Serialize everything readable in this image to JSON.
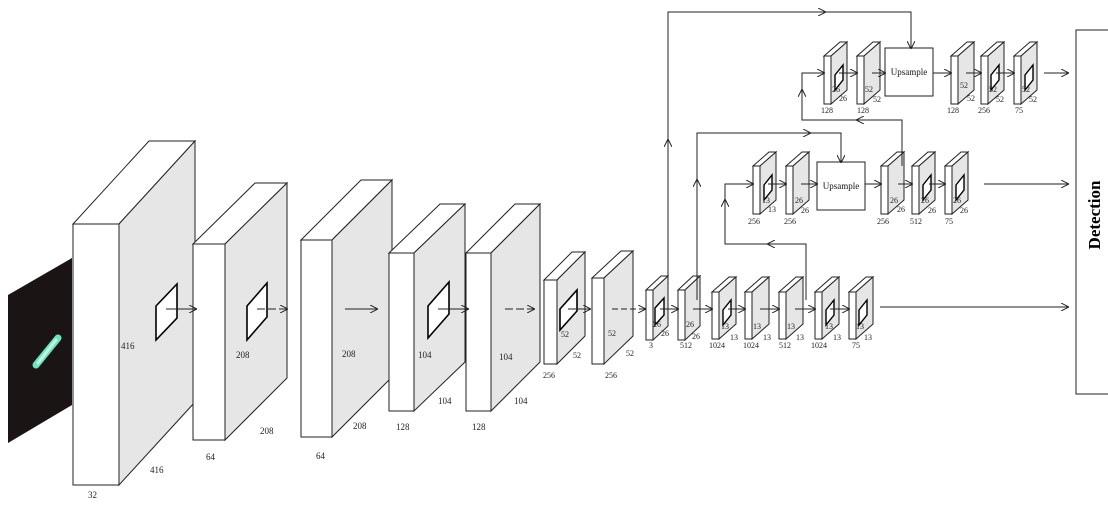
{
  "backbone_blocks": [
    {
      "h": "416",
      "w": "416",
      "c": "32"
    },
    {
      "h": "208",
      "w": "208",
      "c": "64"
    },
    {
      "h": "208",
      "w": "208",
      "c": "64"
    },
    {
      "h": "104",
      "w": "104",
      "c": "128"
    },
    {
      "h": "104",
      "w": "104",
      "c": "128"
    },
    {
      "h": "52",
      "w": "52",
      "c": "256"
    },
    {
      "h": "52",
      "w": "52",
      "c": "256"
    }
  ],
  "scale3_blocks": [
    {
      "h": "26",
      "w": "26",
      "c": "3"
    },
    {
      "h": "26",
      "w": "26",
      "c": "512"
    },
    {
      "h": "13",
      "w": "13",
      "c": "1024"
    },
    {
      "h": "13",
      "w": "13",
      "c": "1024"
    },
    {
      "h": "13",
      "w": "13",
      "c": "512"
    },
    {
      "h": "13",
      "w": "13",
      "c": "1024"
    },
    {
      "h": "13",
      "w": "13",
      "c": "75"
    }
  ],
  "scale2_pre_blocks": [
    {
      "h": "13",
      "w": "13",
      "c": "256"
    },
    {
      "h": "26",
      "w": "26",
      "c": "256"
    }
  ],
  "scale2_post_blocks": [
    {
      "h": "26",
      "w": "26",
      "c": "256"
    },
    {
      "h": "26",
      "w": "26",
      "c": "512"
    },
    {
      "h": "26",
      "w": "26",
      "c": "75"
    }
  ],
  "scale1_pre_blocks": [
    {
      "h": "26",
      "w": "26",
      "c": "128"
    },
    {
      "h": "52",
      "w": "52",
      "c": "128"
    }
  ],
  "scale1_post_blocks": [
    {
      "h": "52",
      "w": "52",
      "c": "128"
    },
    {
      "h": "52",
      "w": "52",
      "c": "256"
    },
    {
      "h": "52",
      "w": "52",
      "c": "75"
    }
  ],
  "upsample_label": "Upsample",
  "detection_label": "Detection"
}
